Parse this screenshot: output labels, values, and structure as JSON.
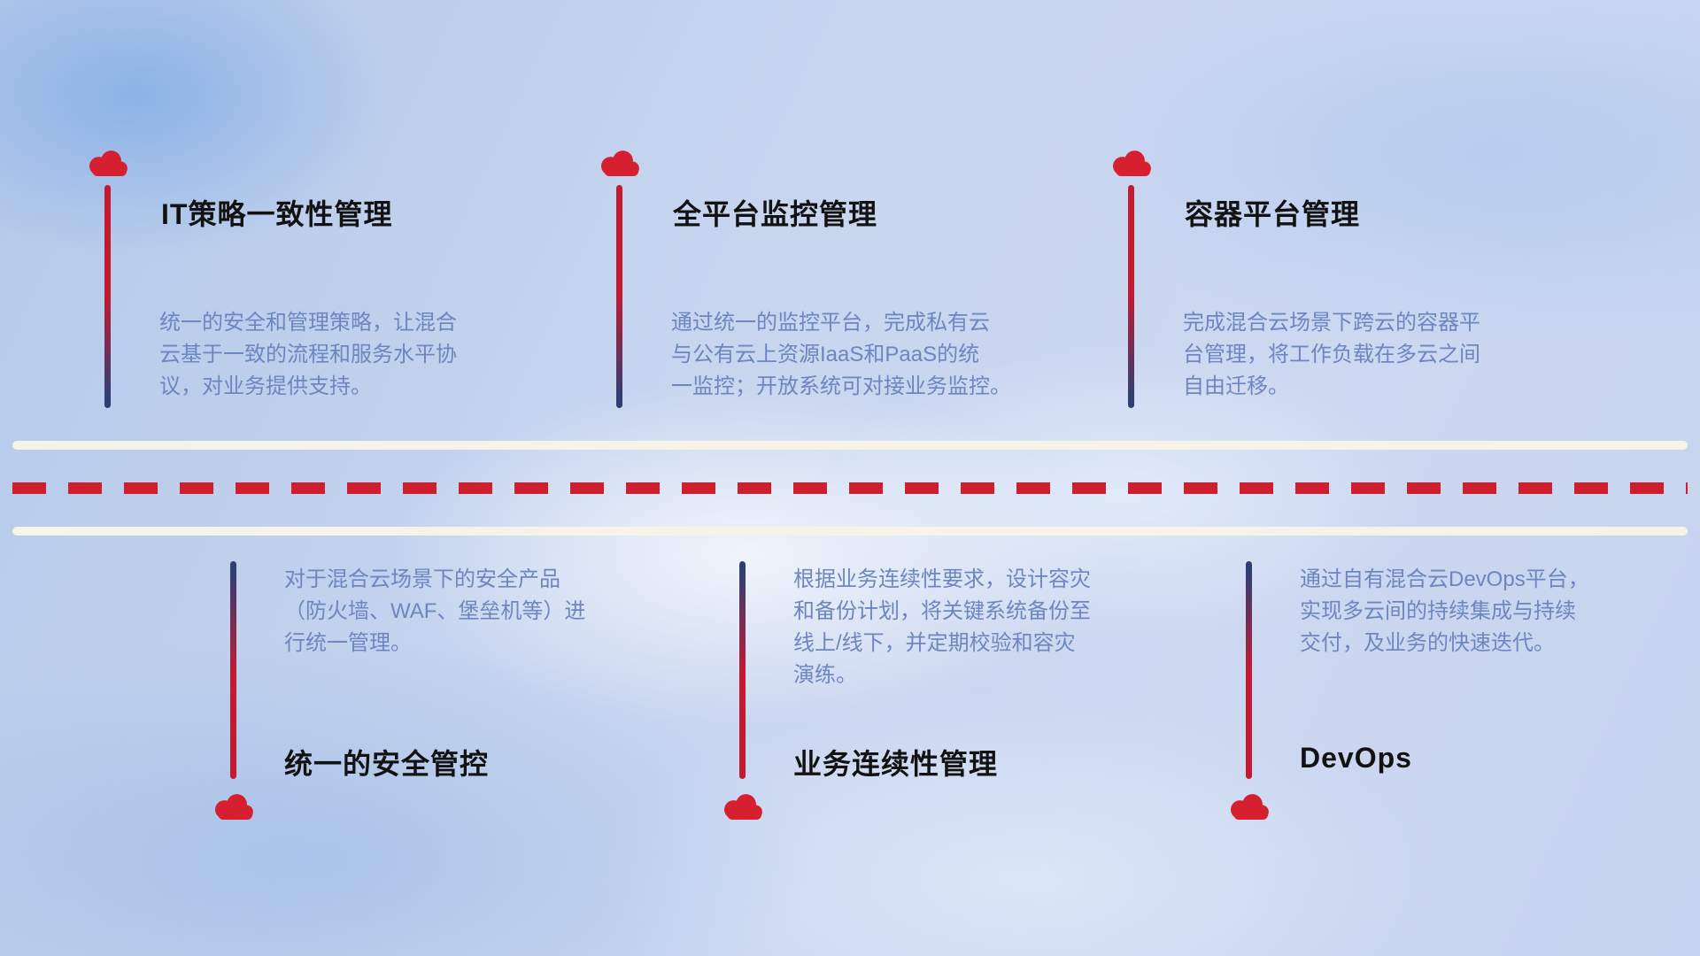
{
  "colors": {
    "cloud_red": "#d6202f",
    "pole_red": "#c41a30",
    "pole_navy": "#2f3f73",
    "title_text": "#121212",
    "desc_text": "#6d86c0",
    "road_white": "#f7f3e8",
    "road_dash_red": "#cf1f2e"
  },
  "top_items": [
    {
      "title": "IT策略一致性管理",
      "desc_lines": [
        "统一的安全和管理策略，让混合",
        "云基于一致的流程和服务水平协",
        "议，对业务提供支持。"
      ]
    },
    {
      "title": "全平台监控管理",
      "desc_lines": [
        "通过统一的监控平台，完成私有云",
        "与公有云上资源IaaS和PaaS的统",
        "一监控；开放系统可对接业务监控。"
      ]
    },
    {
      "title": "容器平台管理",
      "desc_lines": [
        "完成混合云场景下跨云的容器平",
        "台管理，将工作负载在多云之间",
        "自由迁移。"
      ]
    }
  ],
  "bottom_items": [
    {
      "title": "统一的安全管控",
      "desc_lines": [
        "对于混合云场景下的安全产品",
        "（防火墙、WAF、堡垒机等）进",
        "行统一管理。"
      ]
    },
    {
      "title": "业务连续性管理",
      "desc_lines": [
        "根据业务连续性要求，设计容灾",
        "和备份计划，将关键系统备份至",
        "线上/线下，并定期校验和容灾",
        "演练。"
      ]
    },
    {
      "title": "DevOps",
      "desc_lines": [
        "通过自有混合云DevOps平台，",
        "实现多云间的持续集成与持续",
        "交付，及业务的快速迭代。"
      ]
    }
  ]
}
